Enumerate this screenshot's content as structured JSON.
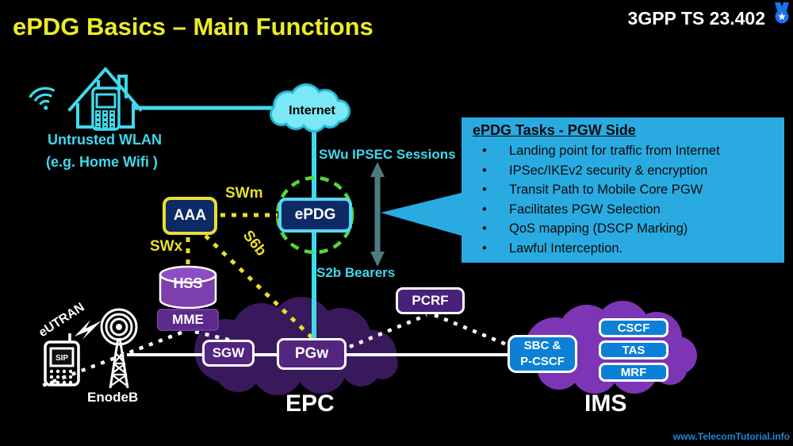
{
  "slide": {
    "title": "ePDG Basics – Main Functions",
    "spec": "3GPP TS 23.402",
    "footer": "www.TelecomTutorial.info"
  },
  "access": {
    "wlan_line1": "Untrusted WLAN",
    "wlan_line2": "(e.g. Home Wifi )",
    "internet": "Internet",
    "eutran": "eUTRAN",
    "enodeb": "EnodeB",
    "sip": "SIP"
  },
  "interfaces": {
    "swu": "SWu IPSEC Sessions",
    "swm": "SWm",
    "swx": "SWx",
    "s6b": "S6b",
    "s2b": "S2b Bearers"
  },
  "nodes": {
    "aaa": "AAA",
    "epdg": "ePDG",
    "hss": "HSS",
    "mme": "MME",
    "sgw": "SGW",
    "pgw": "PGw",
    "pcrf": "PCRF",
    "sbc_line1": "SBC &",
    "sbc_line2": "P-CSCF",
    "cscf": "CSCF",
    "tas": "TAS",
    "mrf": "MRF"
  },
  "domains": {
    "epc": "EPC",
    "ims": "IMS"
  },
  "callout": {
    "title": "ePDG Tasks - PGW Side",
    "bullets": [
      "Landing point for traffic from Internet",
      "IPSec/IKEv2 security & encryption",
      "Transit Path to Mobile Core PGW",
      "Facilitates PGW Selection",
      "QoS mapping (DSCP Marking)",
      "Lawful Interception."
    ]
  },
  "colors": {
    "title_yellow": "#ecec28",
    "cyan": "#3fd9ec",
    "interface_yellow": "#eadf2a",
    "green_dashed": "#55d636",
    "callout_blue": "#29abe2",
    "node_navy": "#0d2a66",
    "node_purple": "#52267e",
    "hss_purple": "#7d3eae",
    "epc_cloud": "#38195c",
    "ims_cloud": "#7c35b4",
    "ims_box_blue": "#0c80d6",
    "teal_arrow": "#4d7c80",
    "internet_cloud": "#7ae8f6",
    "footer_blue": "#1e87d8",
    "medal_blue": "#1a73e8"
  }
}
